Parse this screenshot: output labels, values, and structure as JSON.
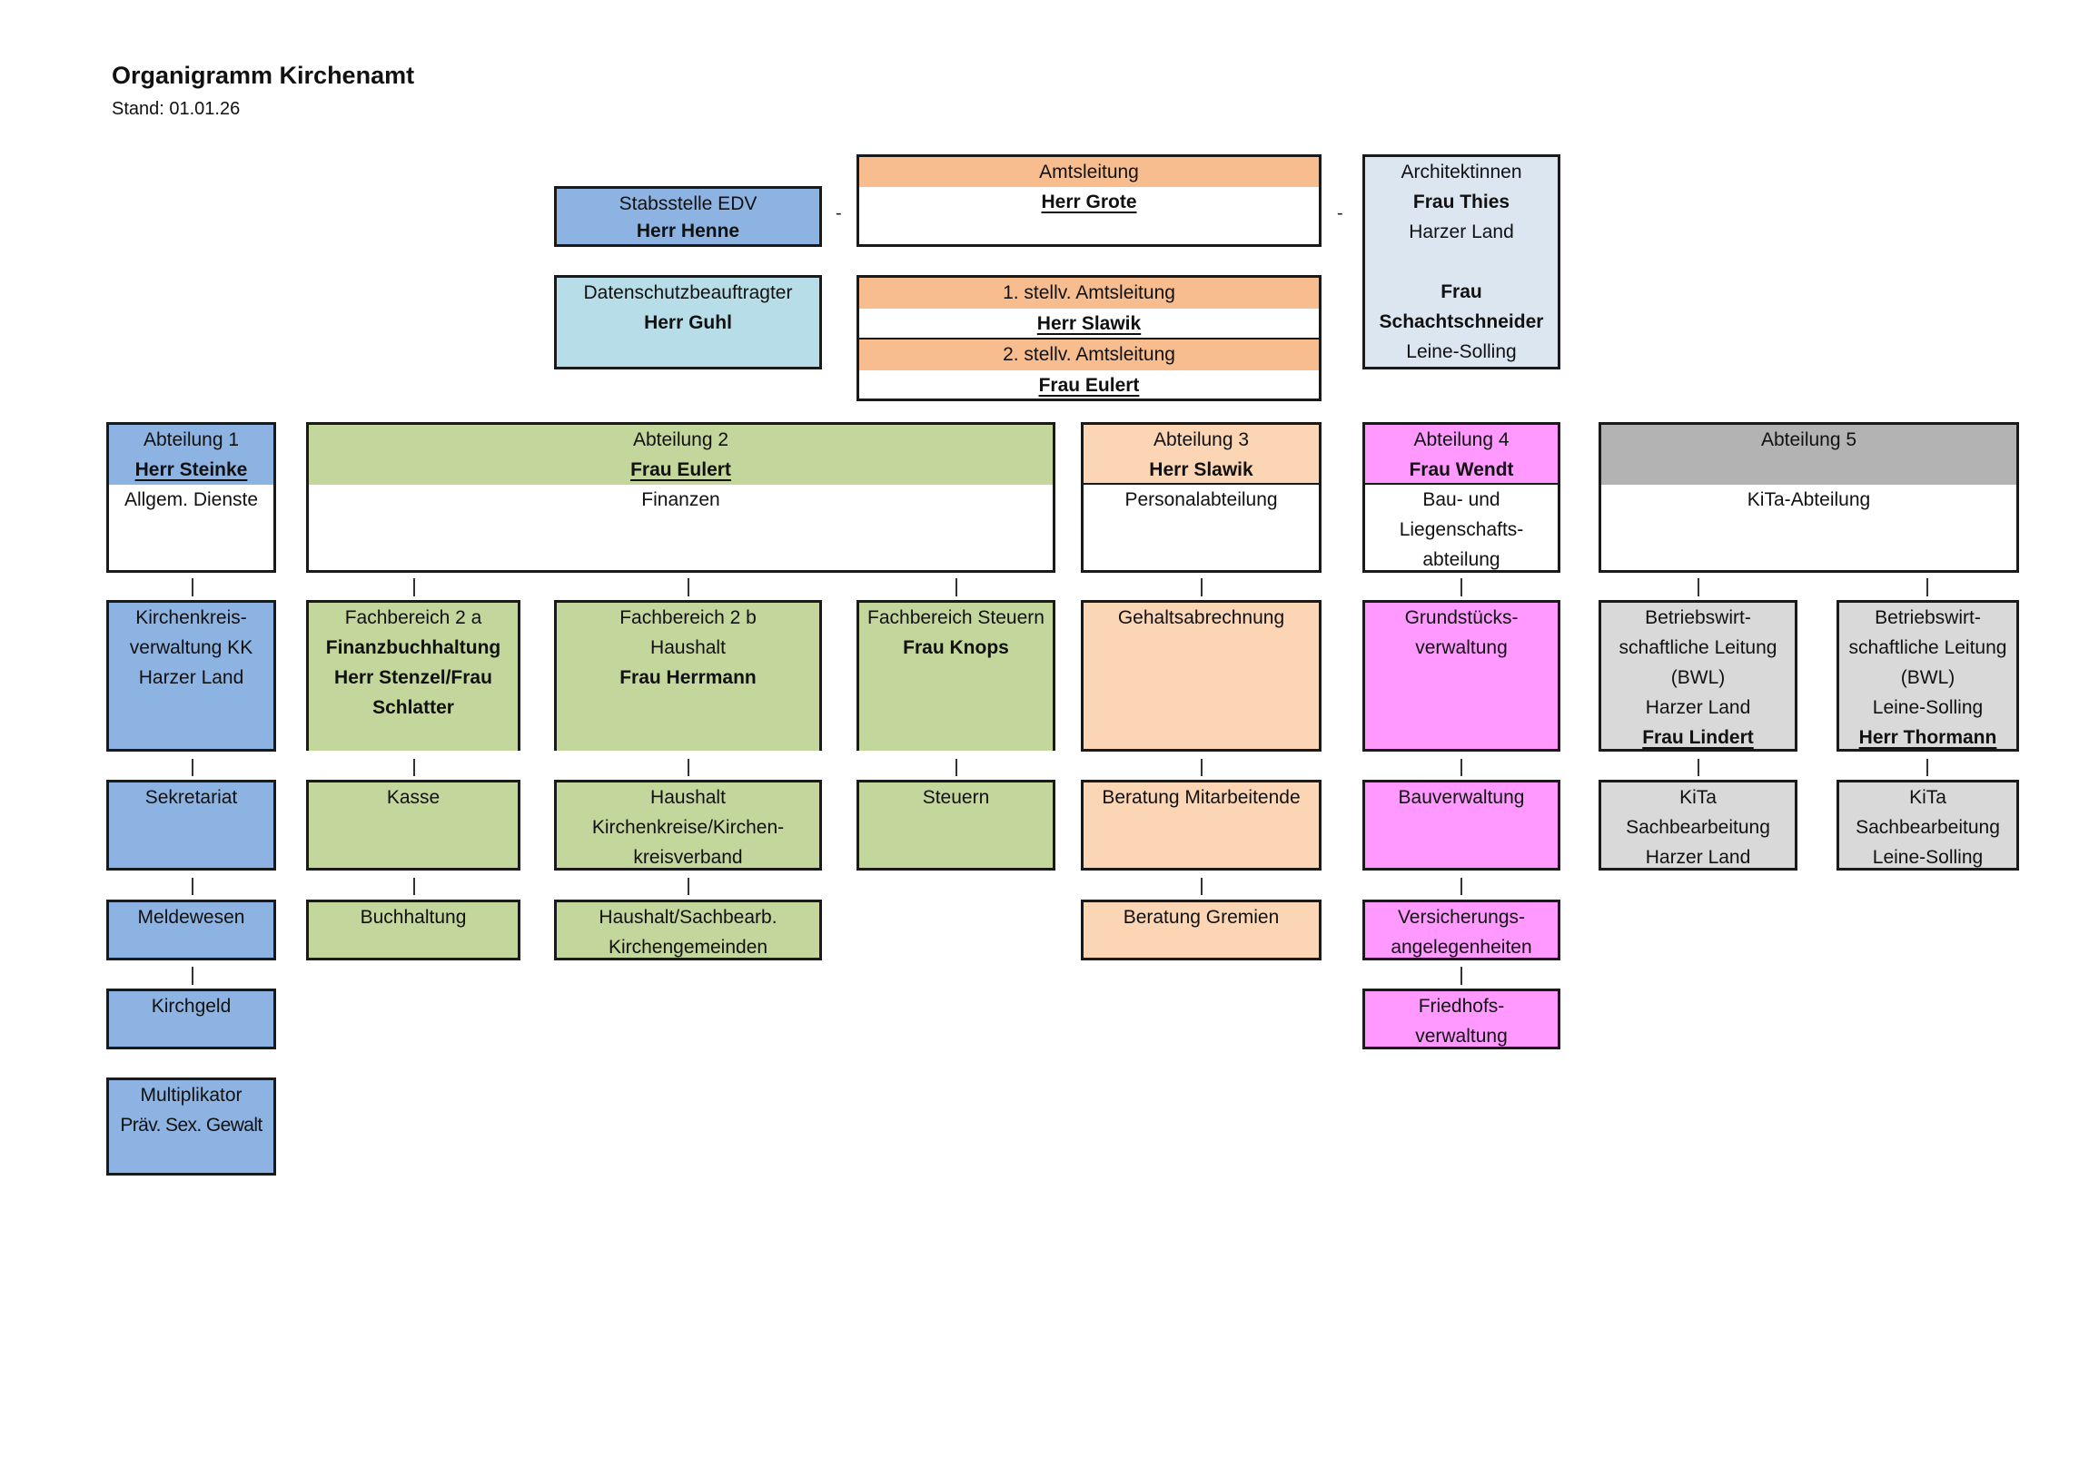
{
  "header": {
    "title": "Organigramm Kirchenamt",
    "subtitle": "Stand: 01.01.26"
  },
  "colors": {
    "orange_header": "#f8bd8f",
    "blue_dept1": "#8db3e2",
    "light_blue": "#b7dde8",
    "pale_blue": "#dce6f1",
    "green_dept2": "#c3d69b",
    "peach_dept3": "#fcd5b4",
    "magenta_dept4": "#ff99ff",
    "gray_dept5_header": "#b3b3b3",
    "gray_dept5": "#d9d9d9",
    "border": "#1a1a1a"
  },
  "top": {
    "stabsstelle": {
      "title": "Stabsstelle EDV",
      "person": "Herr Henne"
    },
    "datenschutz": {
      "title": "Datenschutzbeauftragter",
      "person": "Herr Guhl"
    },
    "amtsleitung": {
      "title": "Amtsleitung",
      "person": "Herr Grote"
    },
    "stellv1": {
      "title": "1. stellv. Amtsleitung",
      "person": "Herr Slawik"
    },
    "stellv2": {
      "title": "2. stellv. Amtsleitung",
      "person": "Frau Eulert"
    },
    "architektinnen": {
      "title": "Architektinnen",
      "person1": "Frau Thies",
      "region1": "Harzer Land",
      "person2_line1": "Frau",
      "person2_line2": "Schachtschneider",
      "region2": "Leine-Solling"
    },
    "dash": "-"
  },
  "departments": [
    {
      "title": "Abteilung 1",
      "head": "Herr Steinke",
      "name": "Allgem. Dienste"
    },
    {
      "title": "Abteilung 2",
      "head": "Frau Eulert",
      "name": "Finanzen"
    },
    {
      "title": "Abteilung 3",
      "head": "Herr Slawik",
      "name": "Personalabteilung"
    },
    {
      "title": "Abteilung 4",
      "head": "Frau Wendt",
      "name_lines": [
        "Bau- und",
        "Liegenschafts-",
        "abteilung"
      ]
    },
    {
      "title": "Abteilung 5",
      "head": "",
      "name": "KiTa-Abteilung"
    }
  ],
  "units": {
    "d1": {
      "kirchenkreis": [
        "Kirchenkreis-",
        "verwaltung KK",
        "Harzer Land"
      ],
      "sekretariat": "Sekretariat",
      "meldewesen": "Meldewesen",
      "kirchgeld": "Kirchgeld",
      "multiplikator": [
        "Multiplikator",
        "Präv. Sex. Gewalt"
      ]
    },
    "d2": {
      "fb2a": {
        "title": "Fachbereich 2 a",
        "subtitle": "Finanzbuchhaltung",
        "person_lines": [
          "Herr Stenzel/Frau",
          "Schlatter"
        ]
      },
      "fb2b": {
        "title": "Fachbereich 2 b",
        "subtitle": "Haushalt",
        "person": "Frau Herrmann"
      },
      "fbst": {
        "title": "Fachbereich Steuern",
        "person": "Frau Knops"
      },
      "kasse": "Kasse",
      "buchhaltung": "Buchhaltung",
      "haushalt_kk": [
        "Haushalt",
        "Kirchenkreise/Kirchen-",
        "kreisverband"
      ],
      "haushalt_kg": [
        "Haushalt/Sachbearb.",
        "Kirchengemeinden"
      ],
      "steuern": "Steuern"
    },
    "d3": {
      "gehalt": "Gehaltsabrechnung",
      "beratung_ma": "Beratung Mitarbeitende",
      "beratung_gr": "Beratung Gremien"
    },
    "d4": {
      "grundstueck": [
        "Grundstücks-",
        "verwaltung"
      ],
      "bau": "Bauverwaltung",
      "versicherung": [
        "Versicherungs-",
        "angelegenheiten"
      ],
      "friedhof": [
        "Friedhofs-",
        "verwaltung"
      ]
    },
    "d5": {
      "bwl_hl": {
        "lines": [
          "Betriebswirt-",
          "schaftliche Leitung",
          "(BWL)",
          "Harzer Land"
        ],
        "person": "Frau Lindert"
      },
      "bwl_ls": {
        "lines": [
          "Betriebswirt-",
          "schaftliche Leitung",
          "(BWL)",
          "Leine-Solling"
        ],
        "person": "Herr Thormann"
      },
      "kita_hl": [
        "KiTa",
        "Sachbearbeitung",
        "Harzer Land"
      ],
      "kita_ls": [
        "KiTa",
        "Sachbearbeitung",
        "Leine-Solling"
      ]
    }
  }
}
